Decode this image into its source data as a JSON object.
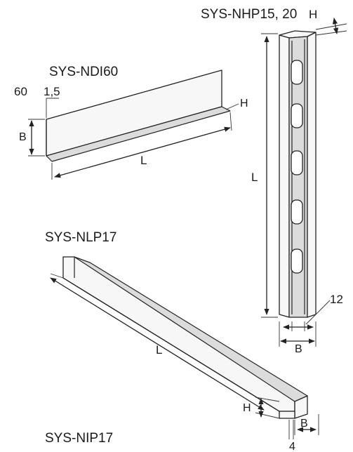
{
  "products": {
    "ndi60": {
      "title": "SYS-NDI60",
      "height_value": "60",
      "thickness_value": "1,5",
      "dim_b": "B",
      "dim_h": "H",
      "dim_l": "L"
    },
    "nhp": {
      "title": "SYS-NHP15, 20",
      "dim_h": "H",
      "dim_l": "L",
      "slot_width": "12",
      "dim_b": "B"
    },
    "nlp17": {
      "title": "SYS-NLP17",
      "dim_l": "L",
      "dim_h": "H",
      "dim_b": "B",
      "thickness": "4"
    },
    "nip17": {
      "title": "SYS-NIP17"
    }
  }
}
